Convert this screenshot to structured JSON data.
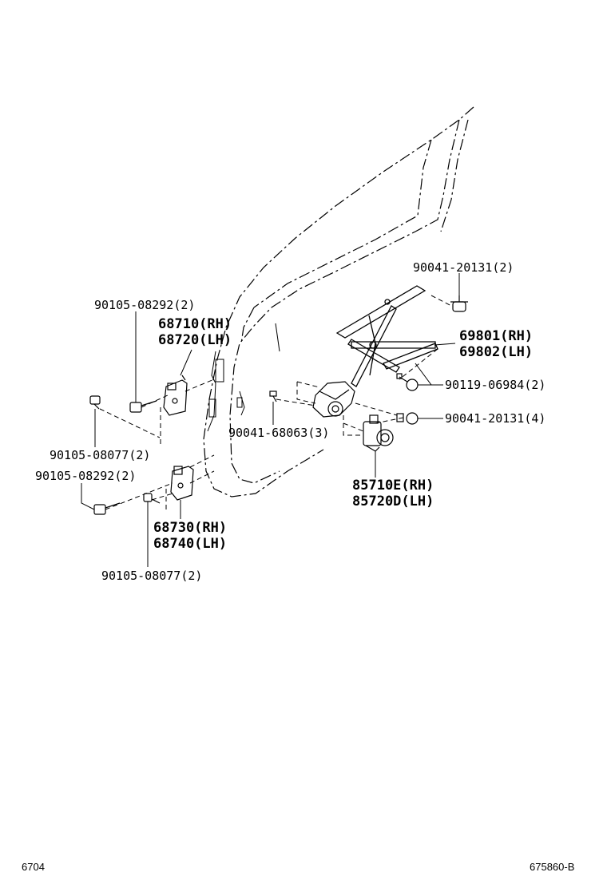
{
  "labels": {
    "p90041_20131_2": "90041-20131(2)",
    "p90105_08292_2_top": "90105-08292(2)",
    "p68710_rh": "68710(RH)",
    "p68720_lh": "68720(LH)",
    "p69801_rh": "69801(RH)",
    "p69802_lh": "69802(LH)",
    "p90119_06984_2": "90119-06984(2)",
    "p90041_20131_4": "90041-20131(4)",
    "p90041_68063_3": "90041-68063(3)",
    "p90105_08077_2_mid": "90105-08077(2)",
    "p90105_08292_2_low": "90105-08292(2)",
    "p85710e_rh": "85710E(RH)",
    "p85720d_lh": "85720D(LH)",
    "p68730_rh": "68730(RH)",
    "p68740_lh": "68740(LH)",
    "p90105_08077_2_bottom": "90105-08077(2)"
  },
  "footer": {
    "page_code": "6704",
    "figure_code": "675860-B"
  },
  "icons": {
    "bolt": "bolt-icon",
    "nut": "nut-icon",
    "hinge": "hinge-icon",
    "regulator": "window-regulator-icon",
    "motor": "regulator-motor-icon"
  }
}
